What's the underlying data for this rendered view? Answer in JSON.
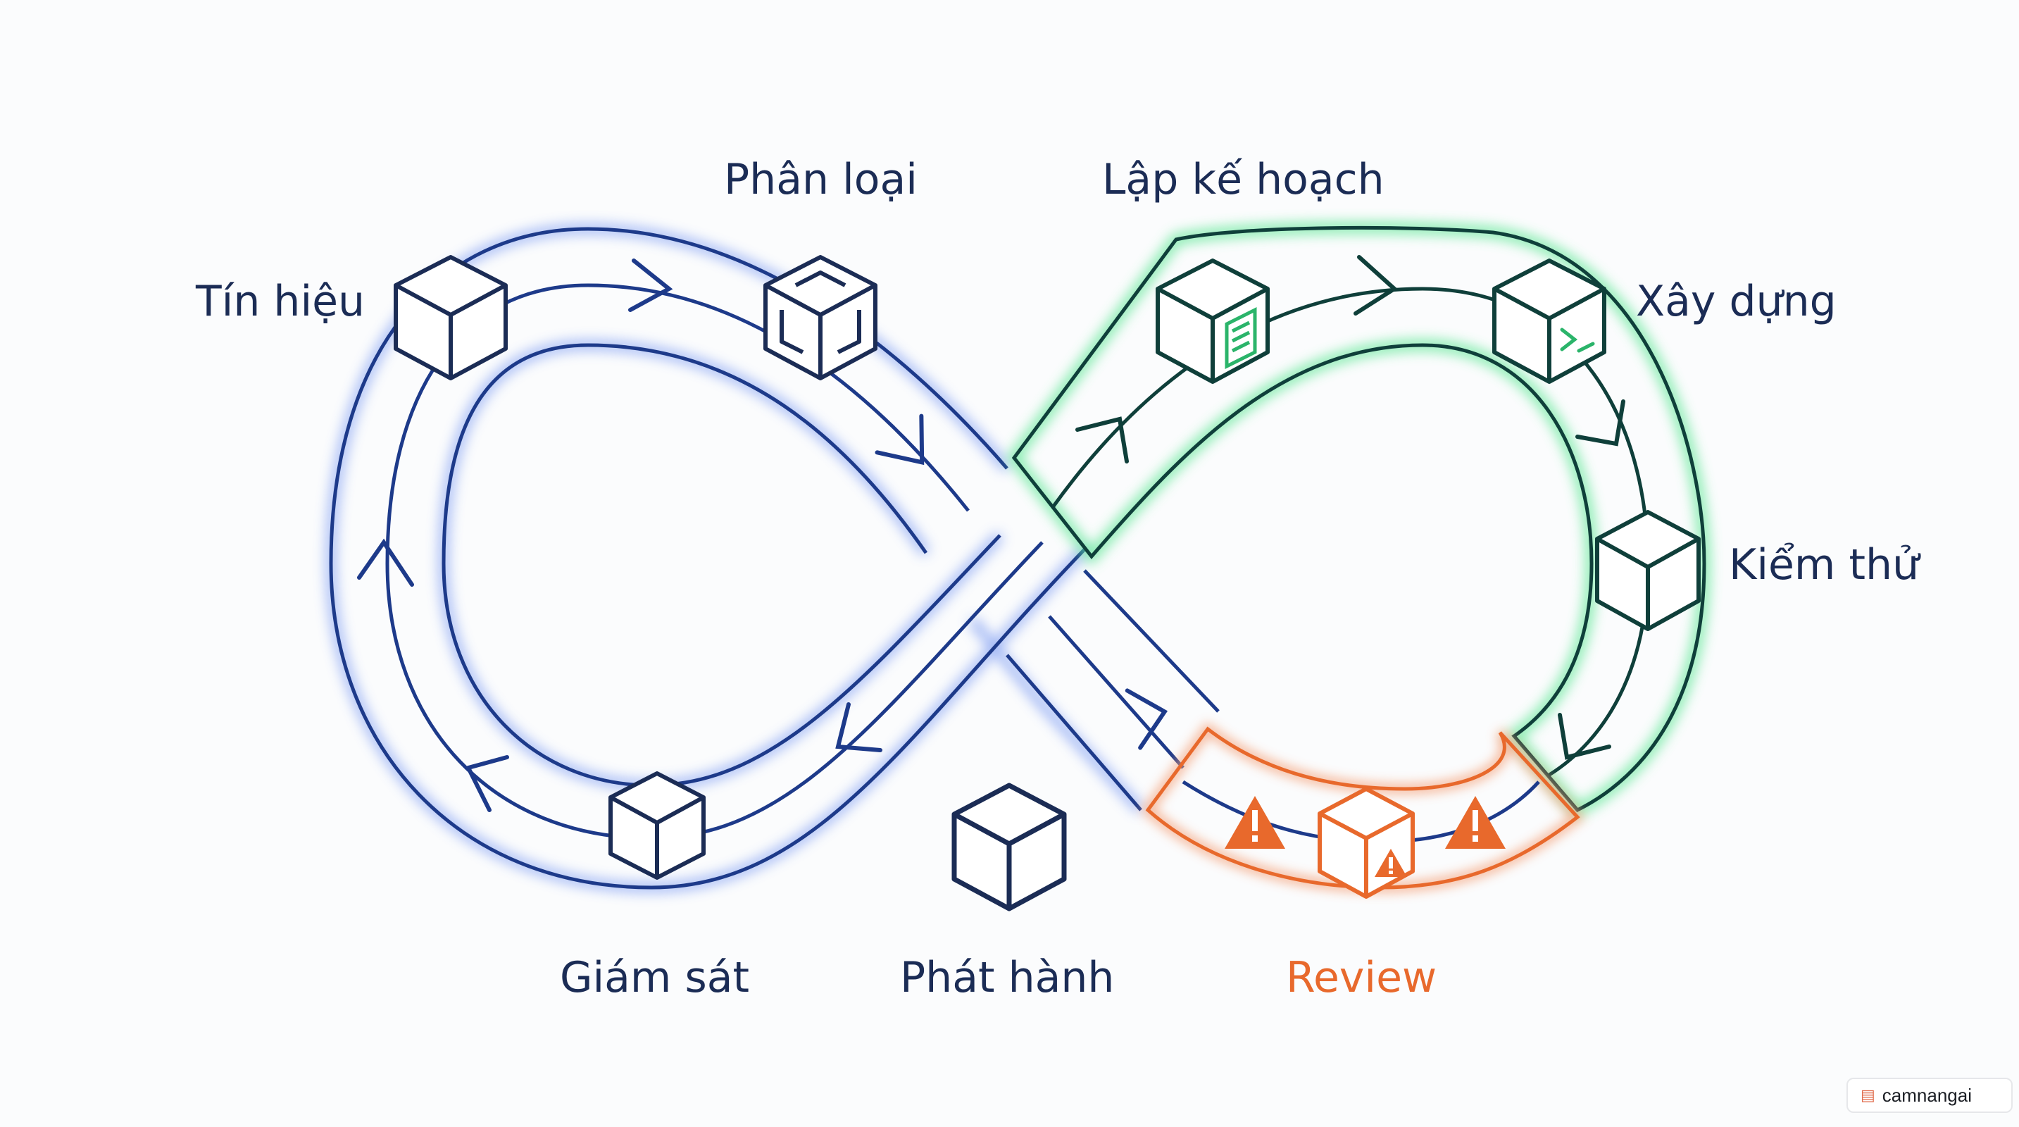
{
  "stages": {
    "signal": "Tín hiệu",
    "classify": "Phân loại",
    "plan": "Lập kế hoạch",
    "build": "Xây dựng",
    "test": "Kiểm thử",
    "review": "Review",
    "release": "Phát hành",
    "monitor": "Giám sát"
  },
  "icons": {
    "signal": "cube-icon",
    "classify": "cube-frame-icon",
    "plan": "cube-document-icon",
    "build": "cube-terminal-icon",
    "test": "cube-icon",
    "review": "cube-warning-icon",
    "release": "cube-icon",
    "monitor": "cube-icon",
    "alerts": "warning-triangle-icon"
  },
  "colors": {
    "left_loop": "#1d3a8a",
    "left_glow": "#6f8ff0",
    "right_loop": "#0f3f3a",
    "right_glow": "#52e08a",
    "review": "#e8692c",
    "text": "#1b2c55"
  },
  "watermark": {
    "text": "camnangai"
  }
}
